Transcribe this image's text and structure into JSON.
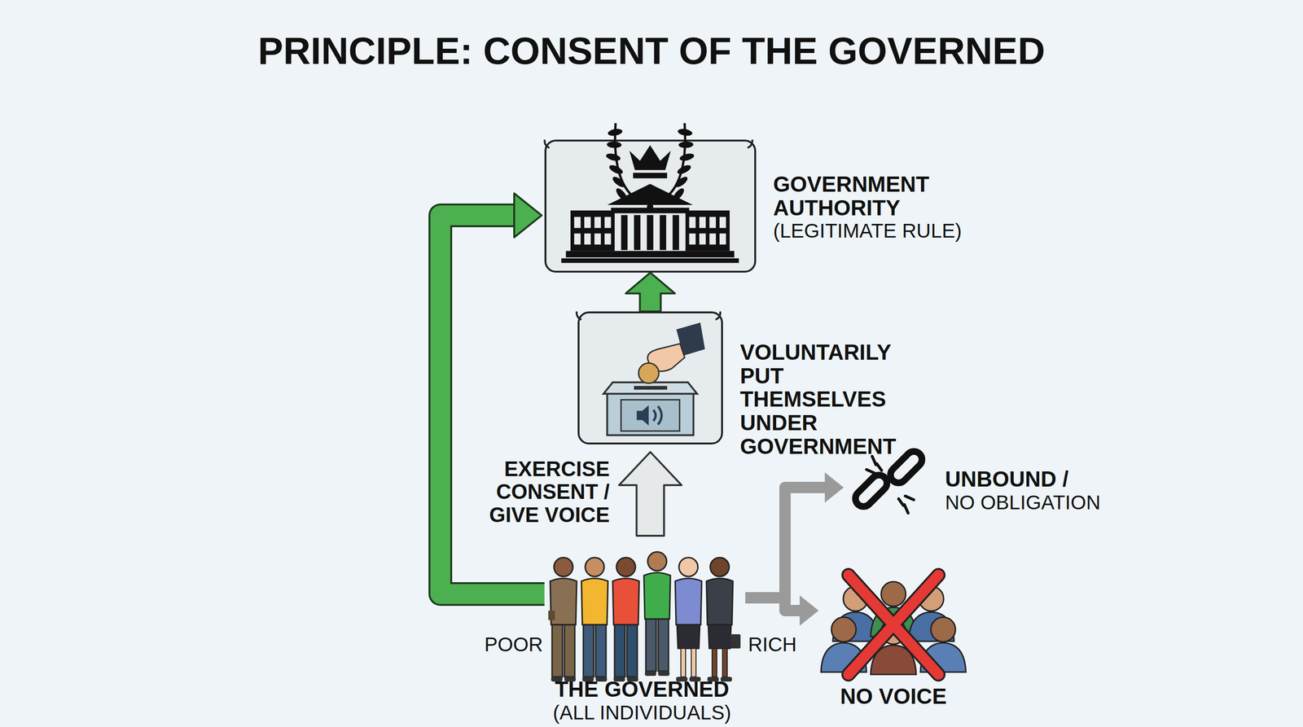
{
  "diagram": {
    "title": "PRINCIPLE: CONSENT OF THE GOVERNED",
    "nodes": [
      {
        "text": [
          "GOVERNMENT AUTHORITY",
          "(LEGITIMATE RULE)"
        ]
      },
      {
        "text": [
          "VOLUNTARILY PUT THEMSELVES UNDER GOVERNMENT"
        ]
      },
      {
        "text": [
          "THE GOVERNED",
          "(ALL INDIVIDUALS)"
        ]
      },
      {
        "text": [
          "UNBOUND /",
          "NO OBLIGATION"
        ]
      },
      {
        "text": [
          "NO VOICE"
        ]
      }
    ],
    "edges": [
      {
        "from": 2,
        "to": 1,
        "label": "EXERCISE CONSENT / GIVE VOICE",
        "arrow": "to"
      },
      {
        "from": 1,
        "to": 0,
        "arrow": "to"
      },
      {
        "from": 2,
        "to": 0,
        "arrow": "to"
      },
      {
        "from": 2,
        "to": 3,
        "arrow": "to"
      },
      {
        "from": 2,
        "to": 4,
        "arrow": "to"
      }
    ],
    "labels": [
      "POOR",
      "RICH"
    ]
  }
}
